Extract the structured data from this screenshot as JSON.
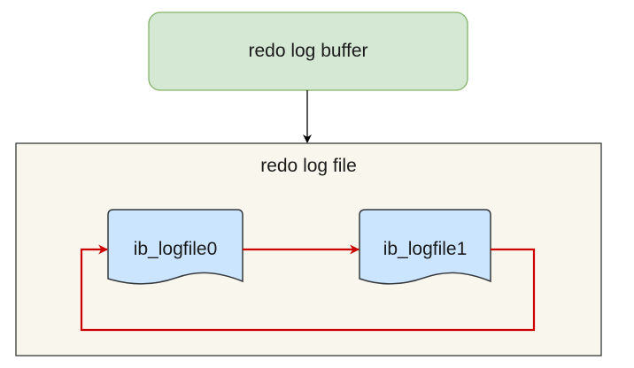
{
  "diagram": {
    "buffer": {
      "label": "redo log buffer",
      "fill": "#d5e8d4",
      "stroke": "#82b366"
    },
    "container": {
      "label": "redo log file",
      "fill": "#f9f7ed",
      "stroke": "#36393d"
    },
    "files": [
      {
        "label": "ib_logfile0"
      },
      {
        "label": "ib_logfile1"
      }
    ],
    "file_style": {
      "fill": "#cce5ff",
      "stroke": "#36393d"
    },
    "edges": [
      {
        "from": "redo log buffer",
        "to": "redo log file",
        "color": "#000000"
      },
      {
        "from": "ib_logfile0",
        "to": "ib_logfile1",
        "color": "#cc0000"
      },
      {
        "from": "ib_logfile1",
        "to": "ib_logfile0",
        "color": "#cc0000"
      }
    ]
  }
}
